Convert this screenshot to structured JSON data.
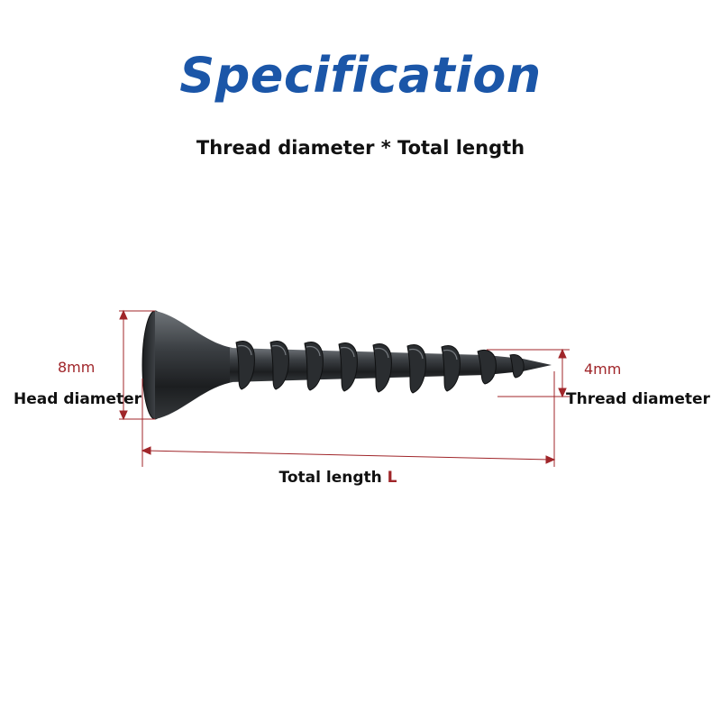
{
  "title": "Specification",
  "subtitle": "Thread diameter * Total length",
  "head": {
    "value": "8mm",
    "label": "Head diameter"
  },
  "thread": {
    "value": "4mm",
    "label": "Thread diameter"
  },
  "length": {
    "label": "Total length",
    "symbol": "L"
  },
  "colors": {
    "title": "#1b56a8",
    "dimension": "#a0262a",
    "screw": "#2a2d30"
  }
}
